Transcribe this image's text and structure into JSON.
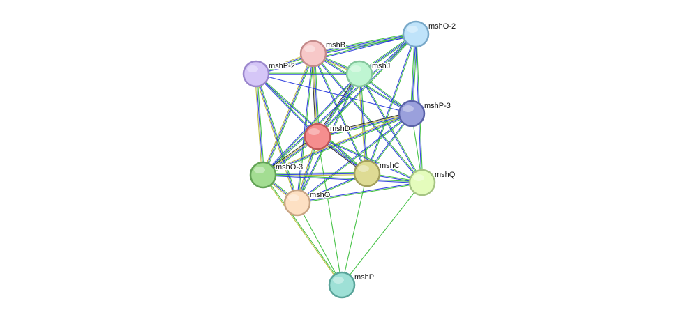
{
  "edge_colors": {
    "green": "#33bb33",
    "blue": "#2233dd",
    "olive": "#b8b832",
    "black": "#222222"
  },
  "nodes": [
    {
      "id": "mshO-2",
      "label": "mshO-2",
      "fill": "#bfe3fa",
      "stroke": "#78a8c8"
    },
    {
      "id": "mshB",
      "label": "mshB",
      "fill": "#f7c8c8",
      "stroke": "#c48a8a"
    },
    {
      "id": "mshP-2",
      "label": "mshP-2",
      "fill": "#d5c6f7",
      "stroke": "#9a86cc"
    },
    {
      "id": "mshJ",
      "label": "mshJ",
      "fill": "#bff5d2",
      "stroke": "#84c69c"
    },
    {
      "id": "mshP-3",
      "label": "mshP-3",
      "fill": "#9aa0dc",
      "stroke": "#5a62a8"
    },
    {
      "id": "mshD",
      "label": "mshD",
      "fill": "#f58e8e",
      "stroke": "#c25858"
    },
    {
      "id": "mshO-3",
      "label": "mshO-3",
      "fill": "#a3dd92",
      "stroke": "#63a356"
    },
    {
      "id": "mshC",
      "label": "mshC",
      "fill": "#dedb94",
      "stroke": "#a3a05c"
    },
    {
      "id": "mshQ",
      "label": "mshQ",
      "fill": "#e4fcbc",
      "stroke": "#a6c483"
    },
    {
      "id": "mshO",
      "label": "mshO",
      "fill": "#fde0c3",
      "stroke": "#c8a484"
    },
    {
      "id": "mshP",
      "label": "mshP",
      "fill": "#9ee0d6",
      "stroke": "#5aa49a"
    }
  ],
  "edges": [
    {
      "source": "mshB",
      "target": "mshO-2",
      "colors": [
        "green",
        "blue",
        "green",
        "blue"
      ]
    },
    {
      "source": "mshB",
      "target": "mshP-2",
      "colors": [
        "green",
        "blue",
        "olive"
      ]
    },
    {
      "source": "mshB",
      "target": "mshJ",
      "colors": [
        "green",
        "blue",
        "olive"
      ]
    },
    {
      "source": "mshB",
      "target": "mshP-3",
      "colors": [
        "green",
        "blue"
      ]
    },
    {
      "source": "mshB",
      "target": "mshD",
      "colors": [
        "green",
        "blue",
        "olive",
        "black"
      ]
    },
    {
      "source": "mshB",
      "target": "mshO-3",
      "colors": [
        "green",
        "blue",
        "olive"
      ]
    },
    {
      "source": "mshB",
      "target": "mshC",
      "colors": [
        "green",
        "blue"
      ]
    },
    {
      "source": "mshB",
      "target": "mshO",
      "colors": [
        "green",
        "blue"
      ]
    },
    {
      "source": "mshB",
      "target": "mshQ",
      "colors": [
        "green",
        "blue"
      ]
    },
    {
      "source": "mshP-2",
      "target": "mshO-2",
      "colors": [
        "green",
        "blue"
      ]
    },
    {
      "source": "mshP-2",
      "target": "mshJ",
      "colors": [
        "green",
        "blue"
      ]
    },
    {
      "source": "mshP-2",
      "target": "mshP-3",
      "colors": [
        "blue"
      ]
    },
    {
      "source": "mshP-2",
      "target": "mshD",
      "colors": [
        "green",
        "blue"
      ]
    },
    {
      "source": "mshP-2",
      "target": "mshO-3",
      "colors": [
        "green",
        "blue",
        "olive"
      ]
    },
    {
      "source": "mshP-2",
      "target": "mshO",
      "colors": [
        "green",
        "blue",
        "olive"
      ]
    },
    {
      "source": "mshP-2",
      "target": "mshC",
      "colors": [
        "green",
        "blue"
      ]
    },
    {
      "source": "mshJ",
      "target": "mshO-2",
      "colors": [
        "green",
        "blue",
        "green"
      ]
    },
    {
      "source": "mshJ",
      "target": "mshP-3",
      "colors": [
        "green",
        "blue"
      ]
    },
    {
      "source": "mshJ",
      "target": "mshD",
      "colors": [
        "green",
        "blue",
        "black"
      ]
    },
    {
      "source": "mshJ",
      "target": "mshO-3",
      "colors": [
        "green",
        "blue"
      ]
    },
    {
      "source": "mshJ",
      "target": "mshC",
      "colors": [
        "green",
        "blue",
        "olive"
      ]
    },
    {
      "source": "mshJ",
      "target": "mshQ",
      "colors": [
        "green",
        "blue"
      ]
    },
    {
      "source": "mshJ",
      "target": "mshO",
      "colors": [
        "green",
        "blue"
      ]
    },
    {
      "source": "mshO-2",
      "target": "mshP-3",
      "colors": [
        "green",
        "blue",
        "green"
      ]
    },
    {
      "source": "mshO-2",
      "target": "mshQ",
      "colors": [
        "green",
        "blue"
      ]
    },
    {
      "source": "mshO-2",
      "target": "mshC",
      "colors": [
        "green",
        "blue"
      ]
    },
    {
      "source": "mshO-2",
      "target": "mshD",
      "colors": [
        "green",
        "blue"
      ]
    },
    {
      "source": "mshO-2",
      "target": "mshO-3",
      "colors": [
        "green",
        "blue"
      ]
    },
    {
      "source": "mshP-3",
      "target": "mshD",
      "colors": [
        "green",
        "blue",
        "olive",
        "black"
      ]
    },
    {
      "source": "mshP-3",
      "target": "mshO-3",
      "colors": [
        "green",
        "blue",
        "olive"
      ]
    },
    {
      "source": "mshP-3",
      "target": "mshC",
      "colors": [
        "green",
        "blue"
      ]
    },
    {
      "source": "mshP-3",
      "target": "mshQ",
      "colors": [
        "green"
      ]
    },
    {
      "source": "mshP-3",
      "target": "mshO",
      "colors": [
        "green",
        "blue"
      ]
    },
    {
      "source": "mshD",
      "target": "mshO-3",
      "colors": [
        "green",
        "blue",
        "olive",
        "black"
      ]
    },
    {
      "source": "mshD",
      "target": "mshC",
      "colors": [
        "green",
        "blue",
        "black"
      ]
    },
    {
      "source": "mshD",
      "target": "mshQ",
      "colors": [
        "green",
        "blue"
      ]
    },
    {
      "source": "mshD",
      "target": "mshO",
      "colors": [
        "green",
        "blue",
        "olive"
      ]
    },
    {
      "source": "mshD",
      "target": "mshP",
      "colors": [
        "green"
      ]
    },
    {
      "source": "mshO-3",
      "target": "mshC",
      "colors": [
        "green",
        "blue",
        "olive"
      ]
    },
    {
      "source": "mshO-3",
      "target": "mshQ",
      "colors": [
        "green",
        "blue"
      ]
    },
    {
      "source": "mshO-3",
      "target": "mshO",
      "colors": [
        "green",
        "blue",
        "olive"
      ]
    },
    {
      "source": "mshO-3",
      "target": "mshP",
      "colors": [
        "green",
        "olive"
      ]
    },
    {
      "source": "mshC",
      "target": "mshQ",
      "colors": [
        "green",
        "blue"
      ]
    },
    {
      "source": "mshC",
      "target": "mshO",
      "colors": [
        "green",
        "blue"
      ]
    },
    {
      "source": "mshC",
      "target": "mshP",
      "colors": [
        "green"
      ]
    },
    {
      "source": "mshQ",
      "target": "mshO",
      "colors": [
        "green",
        "blue"
      ]
    },
    {
      "source": "mshQ",
      "target": "mshP",
      "colors": [
        "green"
      ]
    },
    {
      "source": "mshO",
      "target": "mshP",
      "colors": [
        "green"
      ]
    }
  ]
}
